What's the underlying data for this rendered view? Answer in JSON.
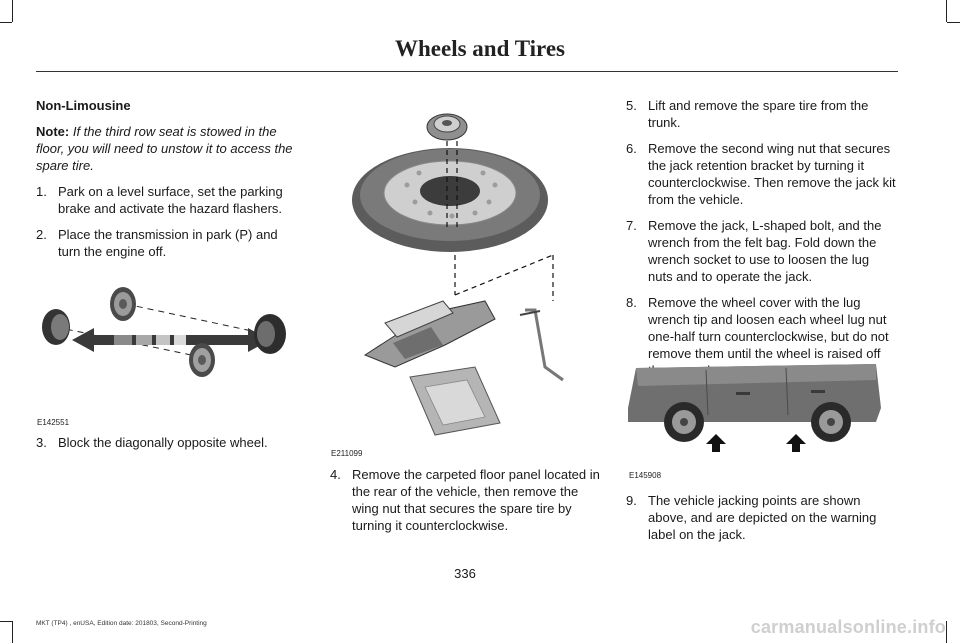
{
  "header": {
    "title": "Wheels and Tires"
  },
  "left_column": {
    "heading": "Non-Limousine",
    "note_label": "Note:",
    "note_text": "If the third row seat is stowed in the floor, you will need to unstow it to access the spare tire.",
    "steps": [
      {
        "num": "1.",
        "text": "Park on a level surface, set the parking brake and activate the hazard flashers."
      },
      {
        "num": "2.",
        "text": "Place the transmission in park (P) and turn the engine off."
      }
    ],
    "figure_id": "E142551",
    "step3": {
      "num": "3.",
      "text": "Block the diagonally opposite wheel."
    }
  },
  "middle_column": {
    "figure_id": "E211099",
    "step4": {
      "num": "4.",
      "text": "Remove the carpeted floor panel located in the rear of the vehicle, then remove the wing nut that secures the spare tire by turning it counterclockwise."
    }
  },
  "right_column": {
    "steps": [
      {
        "num": "5.",
        "text": "Lift and remove the spare tire from the trunk."
      },
      {
        "num": "6.",
        "text": "Remove the second wing nut that secures the jack retention bracket by turning it counterclockwise. Then remove the jack kit from the vehicle."
      },
      {
        "num": "7.",
        "text": "Remove the jack, L-shaped bolt, and the wrench from the felt bag. Fold down the wrench socket to use to loosen the lug nuts and to operate the jack."
      },
      {
        "num": "8.",
        "text": "Remove the wheel cover with the lug wrench tip and loosen each wheel lug nut one-half turn counterclockwise, but do not remove them until the wheel is raised off the ground."
      }
    ],
    "figure_id": "E145908",
    "step9": {
      "num": "9.",
      "text": "The vehicle jacking points are shown above, and are depicted on the warning label on the jack."
    }
  },
  "footer": {
    "page_number": "336",
    "edition": "MKT (TP4) , enUSA, Edition date: 201803, Second-Printing"
  },
  "watermark": "carmanualsonline.info"
}
